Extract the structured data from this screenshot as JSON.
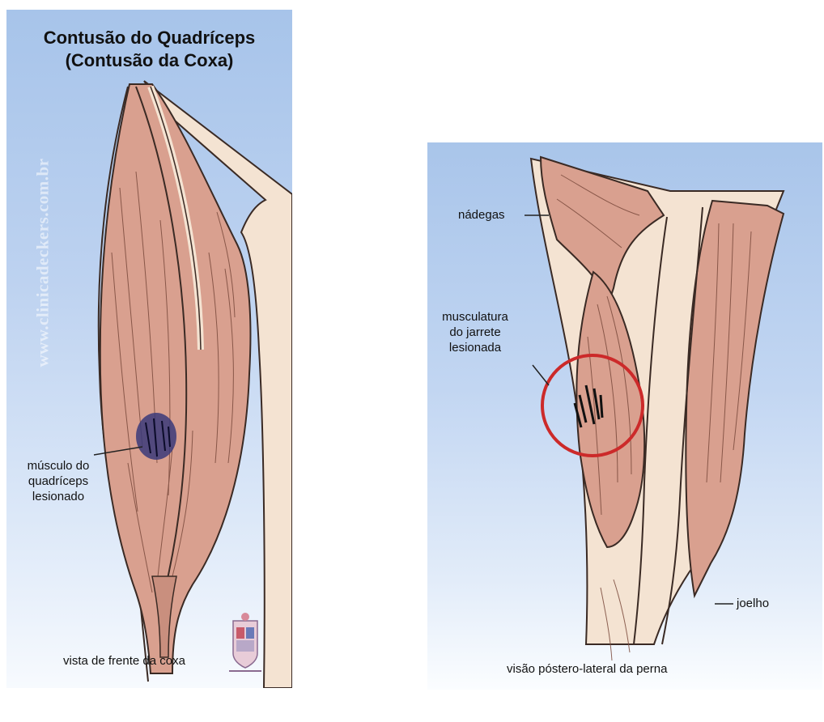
{
  "left_figure": {
    "title_line1": "Contusão do Quadríceps",
    "title_line2": "(Contusão da Coxa)",
    "watermark": "www.clinicadeckers.com.br",
    "label_lines": [
      "músculo do",
      "quadríceps",
      "lesionado"
    ],
    "caption": "vista de frente da coxa"
  },
  "right_figure": {
    "label_nadegas": "nádegas",
    "label_injury_lines": [
      "musculatura",
      "do jarrete",
      "lesionada"
    ],
    "label_joelho": "joelho",
    "caption": "visão póstero-lateral da perna"
  },
  "colors": {
    "muscle": "#d9a08f",
    "skin": "#f4e3d2",
    "outline": "#3a2a24",
    "bruise": "#2a2a6a",
    "highlight_circle": "#cc2a2a"
  }
}
